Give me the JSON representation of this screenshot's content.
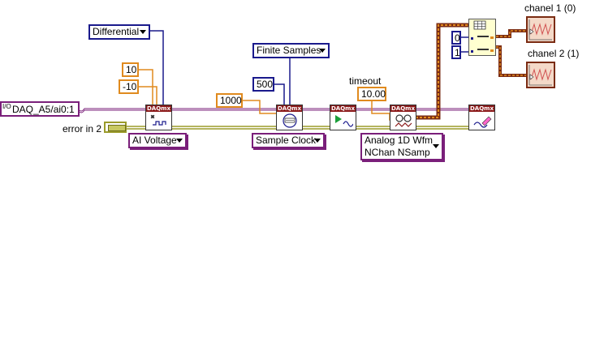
{
  "diagram": {
    "channel_constant": "DAQ_A5/ai0:1",
    "error_in_label": "error in 2",
    "terminal_config": "Differential",
    "max_value": "10",
    "min_value": "-10",
    "create_channel_type": "AI Voltage",
    "sample_mode": "Finite Samples",
    "samples_per_channel": "500",
    "rate": "1000",
    "timing_type": "Sample Clock",
    "timeout_label": "timeout",
    "timeout_value": "10.00",
    "read_type_line1": "Analog 1D Wfm",
    "read_type_line2": "NChan NSamp",
    "index_0": "0",
    "index_1": "1",
    "graph1_label": "chanel 1 (0)",
    "graph2_label": "chanel 2 (1)",
    "daqmx_badge": "DAQmx",
    "io_glyph": "I/O"
  },
  "colors": {
    "wire_dbl": "#e08a1e",
    "wire_int": "#1a1a8c",
    "wire_task": "#7a1f7a",
    "wire_error": "#9b9b2a",
    "wire_array": "#7a2b12",
    "vi_header": "#8b1a1a"
  },
  "icons": [
    "daqmx-create-channel-icon",
    "daqmx-timing-icon",
    "daqmx-start-icon",
    "daqmx-read-icon",
    "daqmx-clear-icon",
    "index-array-icon",
    "waveform-graph-icon"
  ]
}
